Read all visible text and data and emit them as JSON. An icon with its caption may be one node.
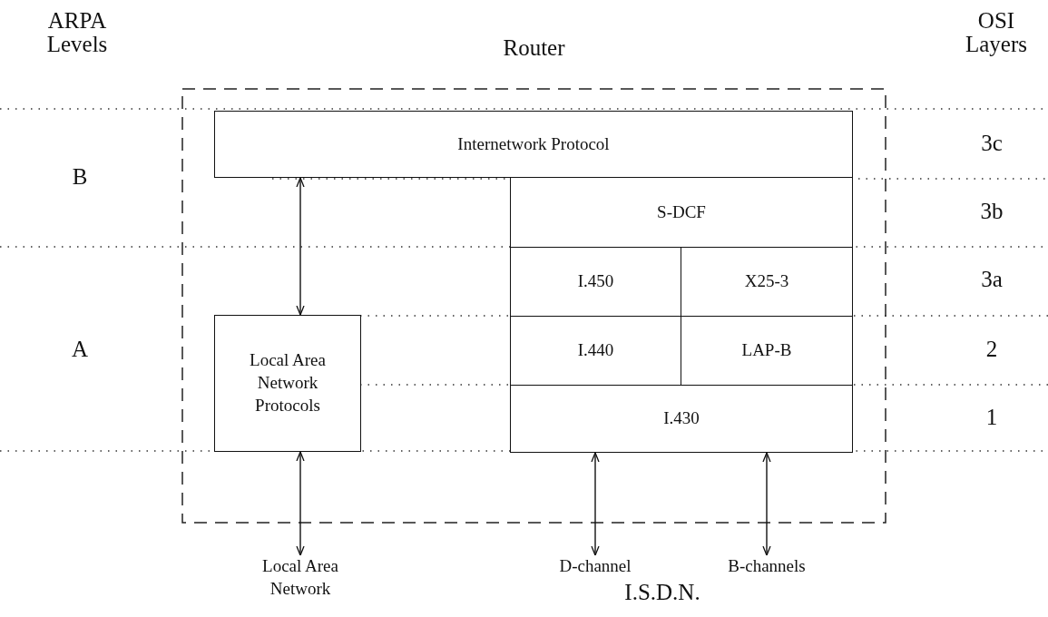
{
  "diagram": {
    "nodes": [
      {
        "text": [
          "Router"
        ]
      },
      {
        "text": [
          "Internetwork Protocol"
        ],
        "in": 0
      },
      {
        "text": [
          "S-DCF"
        ],
        "in": 0
      },
      {
        "text": [
          "I.450"
        ],
        "in": 0
      },
      {
        "text": [
          "X25-3"
        ],
        "in": 0
      },
      {
        "text": [
          "Local Area Network Protocols"
        ],
        "in": 0
      },
      {
        "text": [
          "I.440"
        ],
        "in": 0
      },
      {
        "text": [
          "LAP-B"
        ],
        "in": 0
      },
      {
        "text": [
          "I.430"
        ],
        "in": 0
      },
      {
        "text": [
          "Local Area Network"
        ]
      },
      {
        "text": [
          "D-channel"
        ]
      },
      {
        "text": [
          "B-channels"
        ]
      }
    ],
    "edges": [
      {
        "from": 1,
        "to": 5,
        "arrow": "both"
      },
      {
        "from": 5,
        "to": 9,
        "arrow": "both"
      },
      {
        "from": 8,
        "to": 10,
        "arrow": "both"
      },
      {
        "from": 8,
        "to": 11,
        "arrow": "both"
      }
    ],
    "labels": [
      "ARPA Levels",
      "OSI Layers",
      "3c",
      "B",
      "3b",
      "3a",
      "A",
      "2",
      "1",
      "I.S.D.N."
    ]
  }
}
